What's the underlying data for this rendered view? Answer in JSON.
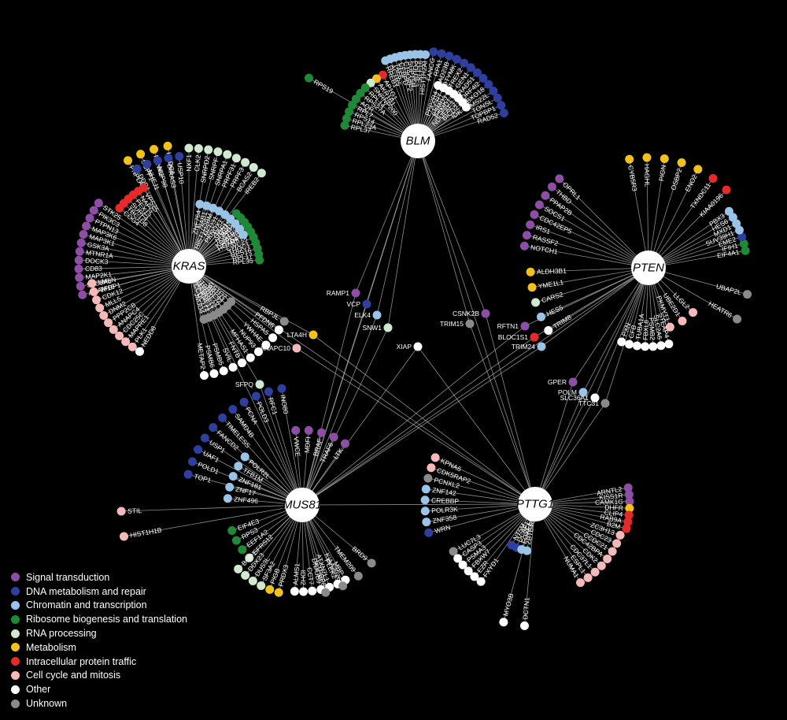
{
  "colors": {
    "signal": "#8e4ea5",
    "dna": "#2f3f9f",
    "chromatin": "#9ac3e8",
    "ribosome": "#1e8a38",
    "rna": "#cfe9cf",
    "metabolism": "#f3c21a",
    "traffic": "#e62a2a",
    "cell": "#f5b9b9",
    "other": "#ffffff",
    "unknown": "#8a8a8a"
  },
  "legend": [
    {
      "label": "Signal transduction",
      "cat": "signal"
    },
    {
      "label": "DNA metabolism and repair",
      "cat": "dna"
    },
    {
      "label": "Chromatin and transcription",
      "cat": "chromatin"
    },
    {
      "label": "Ribosome biogenesis and translation",
      "cat": "ribosome"
    },
    {
      "label": "RNA processing",
      "cat": "rna"
    },
    {
      "label": "Metabolism",
      "cat": "metabolism"
    },
    {
      "label": "Intracellular protein traffic",
      "cat": "traffic"
    },
    {
      "label": "Cell cycle and mitosis",
      "cat": "cell"
    },
    {
      "label": "Other",
      "cat": "other"
    },
    {
      "label": "Unknown",
      "cat": "unknown"
    }
  ],
  "hubs": [
    {
      "id": "BLM",
      "label": "BLM"
    },
    {
      "id": "KRAS",
      "label": "KRAS"
    },
    {
      "id": "PTEN",
      "label": "PTEN"
    },
    {
      "id": "MUS81",
      "label": "MUS81"
    },
    {
      "id": "PTTG1",
      "label": "PTTG1"
    }
  ],
  "genes": {
    "BLM": [
      {
        "n": "AP1G1",
        "c": "traffic"
      },
      {
        "n": "AKR1B1",
        "c": "metabolism"
      },
      {
        "n": "SNRNP200",
        "c": "rna"
      },
      {
        "n": "RPL14",
        "c": "ribosome"
      },
      {
        "n": "RPS27A",
        "c": "ribosome"
      },
      {
        "n": "AQR",
        "c": "ribosome"
      },
      {
        "n": "RPL7",
        "c": "ribosome"
      },
      {
        "n": "RPS14",
        "c": "ribosome"
      },
      {
        "n": "RPL23A",
        "c": "ribosome"
      },
      {
        "n": "RPL37",
        "c": "ribosome"
      },
      {
        "n": "HIST1H2AI",
        "c": "chromatin"
      },
      {
        "n": "KLF16",
        "c": "chromatin"
      },
      {
        "n": "POU3F3",
        "c": "chromatin"
      },
      {
        "n": "SUPT5H",
        "c": "chromatin"
      },
      {
        "n": "C19ORF2",
        "c": "chromatin"
      },
      {
        "n": "CEBPD",
        "c": "chromatin"
      },
      {
        "n": "TAF6",
        "c": "chromatin"
      },
      {
        "n": "ACTR5",
        "c": "chromatin"
      },
      {
        "n": "RREB1",
        "c": "chromatin"
      },
      {
        "n": "RAD52",
        "c": "dna"
      },
      {
        "n": "TOPBP1",
        "c": "dna"
      },
      {
        "n": "TONSL",
        "c": "dna"
      },
      {
        "n": "MMS22L",
        "c": "dna"
      },
      {
        "n": "FBXO18",
        "c": "dna"
      },
      {
        "n": "MORF4l2",
        "c": "dna"
      },
      {
        "n": "RAD51",
        "c": "dna"
      },
      {
        "n": "GEN1",
        "c": "dna"
      },
      {
        "n": "TREX2",
        "c": "dna"
      },
      {
        "n": "DTYMK",
        "c": "dna"
      },
      {
        "n": "RAD23B",
        "c": "dna"
      },
      {
        "n": "RPA1",
        "c": "dna"
      },
      {
        "n": "FANCG",
        "c": "dna"
      },
      {
        "n": "IDK",
        "c": "other"
      },
      {
        "n": "BICD2",
        "c": "other"
      },
      {
        "n": "NDUFAF3",
        "c": "other"
      },
      {
        "n": "PSMD1",
        "c": "other"
      },
      {
        "n": "PSMD3",
        "c": "other"
      },
      {
        "n": "CCRT",
        "c": "other"
      },
      {
        "n": "PPP2R4",
        "c": "other"
      },
      {
        "n": "RPS19",
        "c": "ribosome"
      }
    ],
    "KRAS": [
      {
        "n": "IREB2",
        "c": "rna"
      },
      {
        "n": "BCAS2",
        "c": "rna"
      },
      {
        "n": "PRPF3",
        "c": "rna"
      },
      {
        "n": "PRPF31",
        "c": "rna"
      },
      {
        "n": "SNRPA1",
        "c": "rna"
      },
      {
        "n": "SNRPF",
        "c": "rna"
      },
      {
        "n": "SNRPD2",
        "c": "rna"
      },
      {
        "n": "CLK2",
        "c": "rna"
      },
      {
        "n": "NXF1",
        "c": "rna"
      },
      {
        "n": "HKDC1",
        "c": "metabolism"
      },
      {
        "n": "PANK2",
        "c": "metabolism"
      },
      {
        "n": "SGPP1",
        "c": "metabolism"
      },
      {
        "n": "PNPLA4",
        "c": "metabolism"
      },
      {
        "n": "RPL35",
        "c": "ribosome"
      },
      {
        "n": "RPL17",
        "c": "ribosome"
      },
      {
        "n": "RPS16",
        "c": "ribosome"
      },
      {
        "n": "THOC1",
        "c": "ribosome"
      },
      {
        "n": "CWC22",
        "c": "ribosome"
      },
      {
        "n": "NXT2",
        "c": "ribosome"
      },
      {
        "n": "RPL18A",
        "c": "ribosome"
      },
      {
        "n": "TTC27",
        "c": "ribosome"
      },
      {
        "n": "BRIX1",
        "c": "ribosome"
      },
      {
        "n": "GCN1L1",
        "c": "ribosome"
      },
      {
        "n": "HOXD4",
        "c": "chromatin"
      },
      {
        "n": "KDM5B",
        "c": "chromatin"
      },
      {
        "n": "NONO",
        "c": "chromatin"
      },
      {
        "n": "TAF1",
        "c": "chromatin"
      },
      {
        "n": "PKNOX1",
        "c": "chromatin"
      },
      {
        "n": "MED31",
        "c": "chromatin"
      },
      {
        "n": "HIST1H2BM",
        "c": "chromatin"
      },
      {
        "n": "NAB1",
        "c": "chromatin"
      },
      {
        "n": "ZNF764",
        "c": "chromatin"
      },
      {
        "n": "USP10",
        "c": "dna"
      },
      {
        "n": "DIRAS3",
        "c": "dna"
      },
      {
        "n": "NUP98",
        "c": "dna"
      },
      {
        "n": "NHEJ1",
        "c": "dna"
      },
      {
        "n": "DDR1",
        "c": "dna"
      },
      {
        "n": "VPS25",
        "c": "traffic"
      },
      {
        "n": "NAPG",
        "c": "traffic"
      },
      {
        "n": "PEX13",
        "c": "traffic"
      },
      {
        "n": "SURF4",
        "c": "traffic"
      },
      {
        "n": "TBC1D8",
        "c": "traffic"
      },
      {
        "n": "COG4",
        "c": "traffic"
      },
      {
        "n": "STK25",
        "c": "signal"
      },
      {
        "n": "PIK3C3",
        "c": "signal"
      },
      {
        "n": "PTPN13",
        "c": "signal"
      },
      {
        "n": "MAP3K6",
        "c": "signal"
      },
      {
        "n": "MAP3K1",
        "c": "signal"
      },
      {
        "n": "GSK3A",
        "c": "signal"
      },
      {
        "n": "MTNR1A",
        "c": "signal"
      },
      {
        "n": "DOCK3",
        "c": "signal"
      },
      {
        "n": "CD83",
        "c": "signal"
      },
      {
        "n": "MAP2K1",
        "c": "signal"
      },
      {
        "n": "SLC9A8",
        "c": "signal"
      },
      {
        "n": "ADAM10",
        "c": "signal"
      },
      {
        "n": "LMLN",
        "c": "cell"
      },
      {
        "n": "TFDP1",
        "c": "cell"
      },
      {
        "n": "CDK12",
        "c": "cell"
      },
      {
        "n": "MLL5",
        "c": "cell"
      },
      {
        "n": "DNM2",
        "c": "cell"
      },
      {
        "n": "PPP2CB",
        "c": "cell"
      },
      {
        "n": "ANAPC4",
        "c": "cell"
      },
      {
        "n": "CDC25C",
        "c": "cell"
      },
      {
        "n": "MAPRE1",
        "c": "cell"
      },
      {
        "n": "PLK1",
        "c": "cell"
      },
      {
        "n": "NEDD8",
        "c": "other"
      },
      {
        "n": "METAP2",
        "c": "other"
      },
      {
        "n": "PSMB6",
        "c": "other"
      },
      {
        "n": "PSMB5",
        "c": "other"
      },
      {
        "n": "SVIL",
        "c": "other"
      },
      {
        "n": "FNTB",
        "c": "other"
      },
      {
        "n": "MFHAS1",
        "c": "other"
      },
      {
        "n": "NUP93",
        "c": "other"
      },
      {
        "n": "YWHAE",
        "c": "other"
      },
      {
        "n": "HSPA5",
        "c": "other"
      },
      {
        "n": "PFDN6",
        "c": "other"
      },
      {
        "n": "RBPJL",
        "c": "unknown"
      },
      {
        "n": "GSTO2",
        "c": "unknown"
      },
      {
        "n": "BRP44",
        "c": "unknown"
      },
      {
        "n": "C10ORF76",
        "c": "unknown"
      },
      {
        "n": "C12ORF72",
        "c": "unknown"
      },
      {
        "n": "RNF11",
        "c": "unknown"
      },
      {
        "n": "CCDC114",
        "c": "unknown"
      },
      {
        "n": "JMJD4",
        "c": "unknown"
      }
    ],
    "PTEN": [
      {
        "n": "OPRL1",
        "c": "signal"
      },
      {
        "n": "THBD",
        "c": "signal"
      },
      {
        "n": "PPAP2B",
        "c": "signal"
      },
      {
        "n": "SOCS1",
        "c": "signal"
      },
      {
        "n": "CDC42EP5",
        "c": "signal"
      },
      {
        "n": "IRS1",
        "c": "signal"
      },
      {
        "n": "RASSF2",
        "c": "signal"
      },
      {
        "n": "NOTCH1",
        "c": "signal"
      },
      {
        "n": "KIAA0196",
        "c": "traffic"
      },
      {
        "n": "TXNDC11",
        "c": "traffic"
      },
      {
        "n": "ENO2",
        "c": "metabolism"
      },
      {
        "n": "OSBP2",
        "c": "metabolism"
      },
      {
        "n": "PIGN",
        "c": "metabolism"
      },
      {
        "n": "HAGHL",
        "c": "metabolism"
      },
      {
        "n": "CYB5R3",
        "c": "metabolism"
      },
      {
        "n": "EIF4A1",
        "c": "ribosome"
      },
      {
        "n": "IFIH1",
        "c": "ribosome"
      },
      {
        "n": "EME2",
        "c": "dna"
      },
      {
        "n": "SUV39H1",
        "c": "chromatin"
      },
      {
        "n": "MXD1",
        "c": "chromatin"
      },
      {
        "n": "HES6",
        "c": "chromatin"
      },
      {
        "n": "PBX3",
        "c": "chromatin"
      },
      {
        "n": "ALDH3B1",
        "c": "metabolism"
      },
      {
        "n": "YME1L1",
        "c": "metabolism"
      },
      {
        "n": "CARS2",
        "c": "rna"
      },
      {
        "n": "HES5",
        "c": "chromatin"
      },
      {
        "n": "TRIM8",
        "c": "other"
      },
      {
        "n": "UBAP2L",
        "c": "unknown"
      },
      {
        "n": "HEATR6",
        "c": "unknown"
      },
      {
        "n": "LLGL2",
        "c": "cell"
      },
      {
        "n": "UBE2D1",
        "c": "cell"
      },
      {
        "n": "PKMYT1",
        "c": "cell"
      },
      {
        "n": "STEAP4",
        "c": "other"
      },
      {
        "n": "SLC2A6",
        "c": "other"
      },
      {
        "n": "PSMB2",
        "c": "other"
      },
      {
        "n": "FBXL8",
        "c": "other"
      },
      {
        "n": "TUBA1A",
        "c": "other"
      },
      {
        "n": "CFB",
        "c": "other"
      },
      {
        "n": "PXN",
        "c": "other"
      }
    ],
    "MUS81": [
      {
        "n": "INO80",
        "c": "dna"
      },
      {
        "n": "RFC1",
        "c": "dna"
      },
      {
        "n": "POLD3",
        "c": "dna"
      },
      {
        "n": "PCNA",
        "c": "dna"
      },
      {
        "n": "SAMD4B",
        "c": "dna"
      },
      {
        "n": "TIMELESS",
        "c": "dna"
      },
      {
        "n": "FANCD2",
        "c": "dna"
      },
      {
        "n": "USP1",
        "c": "dna"
      },
      {
        "n": "UAF1",
        "c": "dna"
      },
      {
        "n": "POLD1",
        "c": "dna"
      },
      {
        "n": "TOP1",
        "c": "dna"
      },
      {
        "n": "LTK",
        "c": "signal"
      },
      {
        "n": "TRAF6",
        "c": "signal"
      },
      {
        "n": "BRAF",
        "c": "signal"
      },
      {
        "n": "MDFI",
        "c": "signal"
      },
      {
        "n": "VWCE",
        "c": "signal"
      },
      {
        "n": "POLR2L",
        "c": "chromatin"
      },
      {
        "n": "TFB1M",
        "c": "chromatin"
      },
      {
        "n": "ZNF181",
        "c": "chromatin"
      },
      {
        "n": "ZNF17",
        "c": "chromatin"
      },
      {
        "n": "ZNF496",
        "c": "chromatin"
      },
      {
        "n": "EIF4E3",
        "c": "ribosome"
      },
      {
        "n": "RPS3",
        "c": "ribosome"
      },
      {
        "n": "EEF1A2",
        "c": "ribosome"
      },
      {
        "n": "SFRS12",
        "c": "rna"
      },
      {
        "n": "STIL",
        "c": "cell"
      },
      {
        "n": "HIST1H1B",
        "c": "cell"
      },
      {
        "n": "BOP1",
        "c": "rna"
      },
      {
        "n": "DDX23",
        "c": "rna"
      },
      {
        "n": "DUS3L",
        "c": "rna"
      },
      {
        "n": "SF3A2",
        "c": "rna"
      },
      {
        "n": "PIGB",
        "c": "metabolism"
      },
      {
        "n": "PRDX3",
        "c": "metabolism"
      },
      {
        "n": "ALMS1",
        "c": "other"
      },
      {
        "n": "IDH2",
        "c": "other"
      },
      {
        "n": "CCT7",
        "c": "other"
      },
      {
        "n": "DNAJB9",
        "c": "other"
      },
      {
        "n": "ATXN7L1",
        "c": "other"
      },
      {
        "n": "PLEK2",
        "c": "other"
      },
      {
        "n": "MBP",
        "c": "other"
      },
      {
        "n": "GTPBP8",
        "c": "unknown"
      },
      {
        "n": "KIAA2026",
        "c": "unknown"
      },
      {
        "n": "TMEM209",
        "c": "unknown"
      },
      {
        "n": "BRD9",
        "c": "unknown"
      }
    ],
    "PTTG1": [
      {
        "n": "ARNTL2",
        "c": "signal"
      },
      {
        "n": "KISS1R",
        "c": "signal"
      },
      {
        "n": "CAMK1G",
        "c": "signal"
      },
      {
        "n": "DHFR",
        "c": "metabolism"
      },
      {
        "n": "CLIP4",
        "c": "traffic"
      },
      {
        "n": "RAB9A",
        "c": "traffic"
      },
      {
        "n": "B2M",
        "c": "traffic"
      },
      {
        "n": "KPNA6",
        "c": "cell"
      },
      {
        "n": "CDK5RAP2",
        "c": "cell"
      },
      {
        "n": "PCNXL2",
        "c": "unknown"
      },
      {
        "n": "ZNF142",
        "c": "chromatin"
      },
      {
        "n": "CREBBP",
        "c": "chromatin"
      },
      {
        "n": "POLR3K",
        "c": "chromatin"
      },
      {
        "n": "ZNF358",
        "c": "chromatin"
      },
      {
        "n": "WRN",
        "c": "dna"
      },
      {
        "n": "LUC7L3",
        "c": "unknown"
      },
      {
        "n": "CASP3",
        "c": "other"
      },
      {
        "n": "PSMA3",
        "c": "other"
      },
      {
        "n": "FBXW7",
        "c": "other"
      },
      {
        "n": "EZR",
        "c": "other"
      },
      {
        "n": "FXYD1",
        "c": "other"
      },
      {
        "n": "MYO3B",
        "c": "other"
      },
      {
        "n": "DCTN1",
        "c": "other"
      },
      {
        "n": "NT5M",
        "c": "dna"
      },
      {
        "n": "DCAF17",
        "c": "dna"
      },
      {
        "n": "FOXF1",
        "c": "chromatin"
      },
      {
        "n": "ZBTB48",
        "c": "chromatin"
      },
      {
        "n": "NUMA1",
        "c": "cell"
      },
      {
        "n": "ESPL1",
        "c": "cell"
      },
      {
        "n": "CDC37L1",
        "c": "cell"
      },
      {
        "n": "CDK2",
        "c": "cell"
      },
      {
        "n": "CDC42BPA",
        "c": "cell"
      },
      {
        "n": "CCDC21",
        "c": "cell"
      },
      {
        "n": "CDC23",
        "c": "cell"
      },
      {
        "n": "ZC3H13",
        "c": "cell"
      }
    ],
    "shared": [
      {
        "n": "RAMP1",
        "c": "signal"
      },
      {
        "n": "VCP",
        "c": "dna"
      },
      {
        "n": "ELK4",
        "c": "chromatin"
      },
      {
        "n": "SNW1",
        "c": "rna"
      },
      {
        "n": "LTA4H",
        "c": "metabolism"
      },
      {
        "n": "ANAPC10",
        "c": "cell"
      },
      {
        "n": "SFPQ",
        "c": "rna"
      },
      {
        "n": "XIAP",
        "c": "other"
      },
      {
        "n": "TRIM15",
        "c": "unknown"
      },
      {
        "n": "CSNK2B",
        "c": "signal"
      },
      {
        "n": "RFTN1",
        "c": "signal"
      },
      {
        "n": "BLOC1S1",
        "c": "traffic"
      },
      {
        "n": "TRIM24",
        "c": "chromatin"
      },
      {
        "n": "GPER",
        "c": "signal"
      },
      {
        "n": "POLM",
        "c": "chromatin"
      },
      {
        "n": "SLC36A1",
        "c": "other"
      },
      {
        "n": "TTC31",
        "c": "unknown"
      }
    ]
  }
}
